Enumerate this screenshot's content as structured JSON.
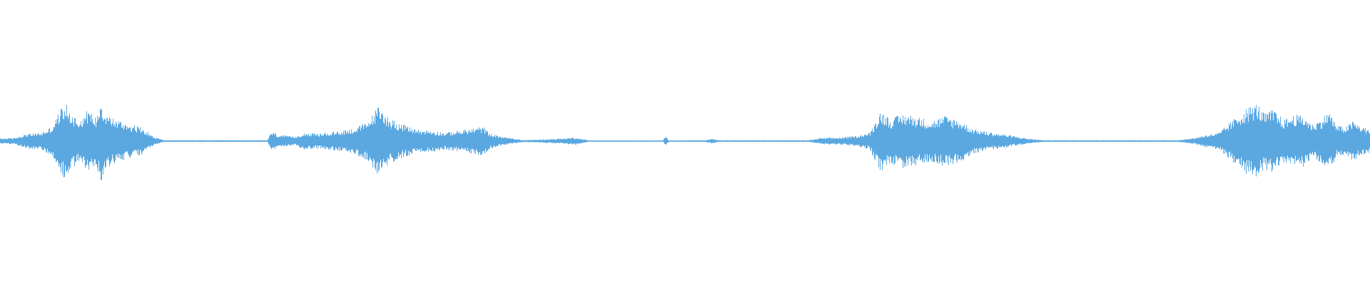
{
  "waveform": {
    "color": "#5ba8e1",
    "background": "#ffffff",
    "amplitude_envelope": [
      [
        0.0,
        0.025
      ],
      [
        0.01,
        0.03
      ],
      [
        0.02,
        0.07
      ],
      [
        0.03,
        0.08
      ],
      [
        0.038,
        0.14
      ],
      [
        0.043,
        0.28
      ],
      [
        0.047,
        0.37
      ],
      [
        0.052,
        0.26
      ],
      [
        0.058,
        0.2
      ],
      [
        0.064,
        0.3
      ],
      [
        0.07,
        0.22
      ],
      [
        0.073,
        0.4
      ],
      [
        0.077,
        0.26
      ],
      [
        0.085,
        0.2
      ],
      [
        0.095,
        0.16
      ],
      [
        0.105,
        0.12
      ],
      [
        0.112,
        0.04
      ],
      [
        0.12,
        0.008
      ],
      [
        0.195,
        0.008
      ],
      [
        0.198,
        0.09
      ],
      [
        0.203,
        0.06
      ],
      [
        0.215,
        0.04
      ],
      [
        0.222,
        0.08
      ],
      [
        0.232,
        0.07
      ],
      [
        0.245,
        0.09
      ],
      [
        0.258,
        0.12
      ],
      [
        0.268,
        0.18
      ],
      [
        0.276,
        0.33
      ],
      [
        0.284,
        0.22
      ],
      [
        0.295,
        0.15
      ],
      [
        0.305,
        0.11
      ],
      [
        0.315,
        0.1
      ],
      [
        0.325,
        0.08
      ],
      [
        0.335,
        0.1
      ],
      [
        0.345,
        0.12
      ],
      [
        0.352,
        0.14
      ],
      [
        0.358,
        0.07
      ],
      [
        0.364,
        0.05
      ],
      [
        0.372,
        0.03
      ],
      [
        0.382,
        0.01
      ],
      [
        0.395,
        0.015
      ],
      [
        0.41,
        0.025
      ],
      [
        0.42,
        0.035
      ],
      [
        0.425,
        0.02
      ],
      [
        0.43,
        0.006
      ],
      [
        0.484,
        0.006
      ],
      [
        0.486,
        0.05
      ],
      [
        0.488,
        0.006
      ],
      [
        0.515,
        0.008
      ],
      [
        0.52,
        0.025
      ],
      [
        0.525,
        0.008
      ],
      [
        0.59,
        0.008
      ],
      [
        0.6,
        0.03
      ],
      [
        0.615,
        0.035
      ],
      [
        0.625,
        0.05
      ],
      [
        0.635,
        0.08
      ],
      [
        0.643,
        0.29
      ],
      [
        0.65,
        0.21
      ],
      [
        0.66,
        0.26
      ],
      [
        0.67,
        0.23
      ],
      [
        0.68,
        0.19
      ],
      [
        0.69,
        0.24
      ],
      [
        0.7,
        0.2
      ],
      [
        0.71,
        0.12
      ],
      [
        0.72,
        0.09
      ],
      [
        0.735,
        0.06
      ],
      [
        0.75,
        0.025
      ],
      [
        0.762,
        0.008
      ],
      [
        0.86,
        0.008
      ],
      [
        0.872,
        0.03
      ],
      [
        0.88,
        0.06
      ],
      [
        0.89,
        0.08
      ],
      [
        0.9,
        0.2
      ],
      [
        0.91,
        0.31
      ],
      [
        0.918,
        0.36
      ],
      [
        0.923,
        0.26
      ],
      [
        0.93,
        0.3
      ],
      [
        0.937,
        0.2
      ],
      [
        0.945,
        0.25
      ],
      [
        0.952,
        0.24
      ],
      [
        0.958,
        0.16
      ],
      [
        0.965,
        0.21
      ],
      [
        0.97,
        0.29
      ],
      [
        0.976,
        0.15
      ],
      [
        0.982,
        0.13
      ],
      [
        0.988,
        0.19
      ],
      [
        0.994,
        0.14
      ],
      [
        1.0,
        0.11
      ]
    ]
  }
}
